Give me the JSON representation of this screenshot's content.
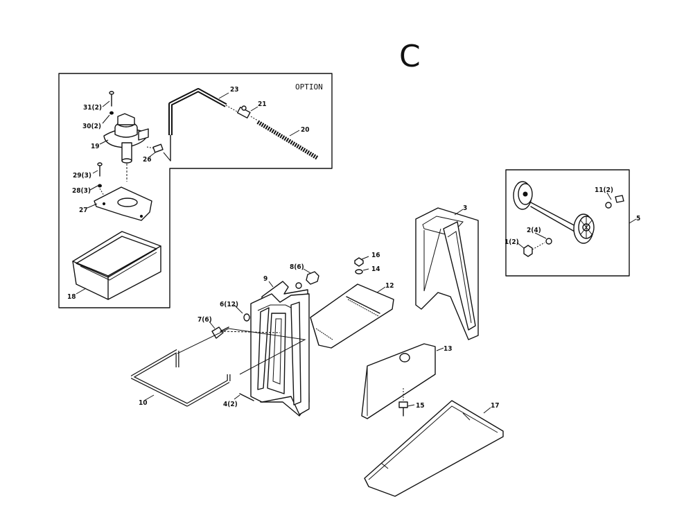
{
  "section_letter": "C",
  "option_label": "OPTION",
  "labels": {
    "p3": "3",
    "p5": "5",
    "p9": "9",
    "p10": "10",
    "p11": "11(2)",
    "p12": "12",
    "p13": "13",
    "p14": "14",
    "p15": "15",
    "p16": "16",
    "p17": "17",
    "p18": "18",
    "p19": "19",
    "p20": "20",
    "p21": "21",
    "p23": "23",
    "p26": "26",
    "p27": "27",
    "p28": "28(3)",
    "p29": "29(3)",
    "p30": "30(2)",
    "p31": "31(2)",
    "p1": "1(2)",
    "p2": "2(4)",
    "p4": "4(2)",
    "p6": "6(12)",
    "p7": "7(6)",
    "p8": "8(6)"
  }
}
